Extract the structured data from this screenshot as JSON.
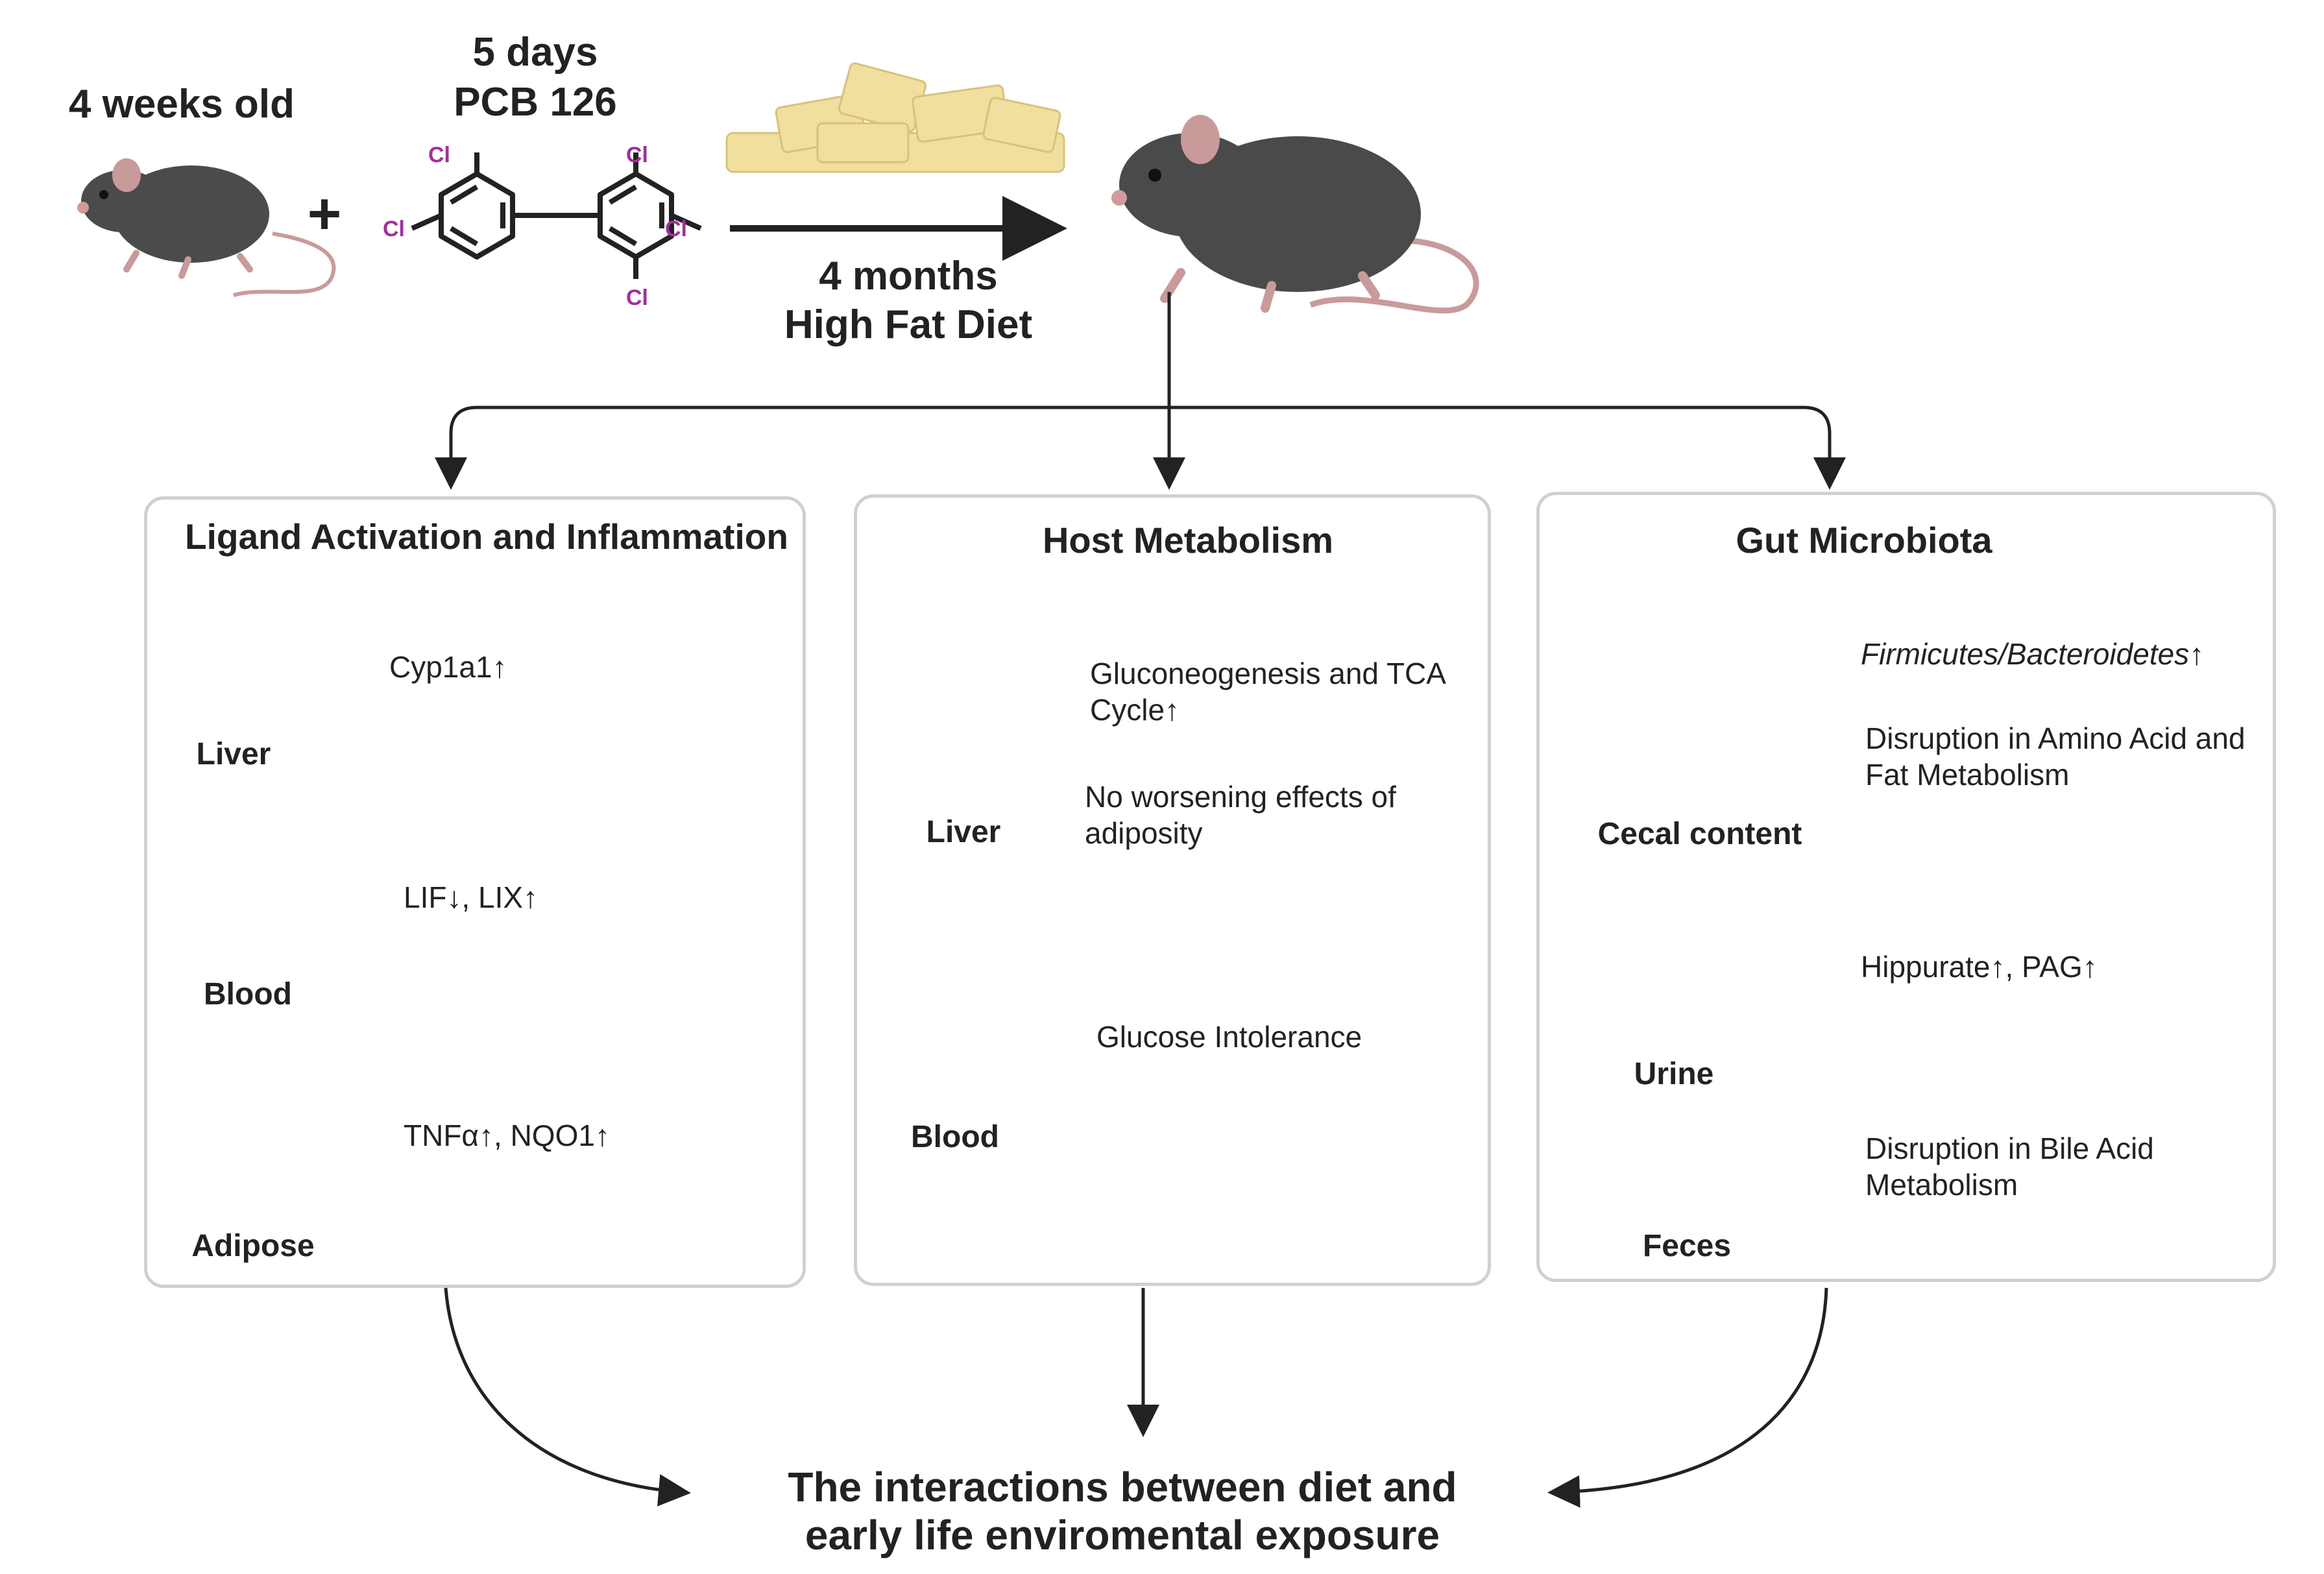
{
  "top": {
    "age": "4 weeks old",
    "exposure_days": "5 days",
    "compound": "PCB 126",
    "chlorine": "Cl",
    "plus": "+",
    "diet_duration": "4 months",
    "diet": "High Fat Diet"
  },
  "panels": [
    {
      "title": "Ligand Activation and Inflammation",
      "items": [
        {
          "organ": "Liver",
          "effect": "Cyp1a1↑"
        },
        {
          "organ": "Blood",
          "effect": "LIF↓, LIX↑"
        },
        {
          "organ": "Adipose",
          "effect": "TNFα↑, NQO1↑"
        }
      ]
    },
    {
      "title": "Host Metabolism",
      "items": [
        {
          "organ": "Liver",
          "effect_1": "Gluconeogenesis and TCA Cycle↑",
          "effect_2": "No worsening effects of adiposity"
        },
        {
          "organ": "Blood",
          "effect": "Glucose Intolerance"
        }
      ]
    },
    {
      "title": "Gut Microbiota",
      "items": [
        {
          "organ": "Cecal content",
          "effect_1a": "Firmicutes/",
          "effect_1b": "Bacteroidetes",
          "effect_1c": "↑",
          "effect_2": "Disruption in Amino Acid and Fat Metabolism"
        },
        {
          "organ": "Urine",
          "effect": "Hippurate↑, PAG↑"
        },
        {
          "organ": "Feces",
          "effect": "Disruption in Bile Acid Metabolism"
        }
      ]
    }
  ],
  "conclusion": "The interactions between diet and early life enviromental exposure",
  "colors": {
    "mouse": "#4a4a4a",
    "liver": "#9a5a4c",
    "blood": "#b63a2a",
    "adipose": "#f3ebbb",
    "diet_pellet": "#f1dfa0",
    "urine": "#f4c71c",
    "feces": "#6b3b2b",
    "intestine": "#e9a9a0",
    "chem_label": "#a0309a",
    "panel_border": "#d0d0d0"
  }
}
